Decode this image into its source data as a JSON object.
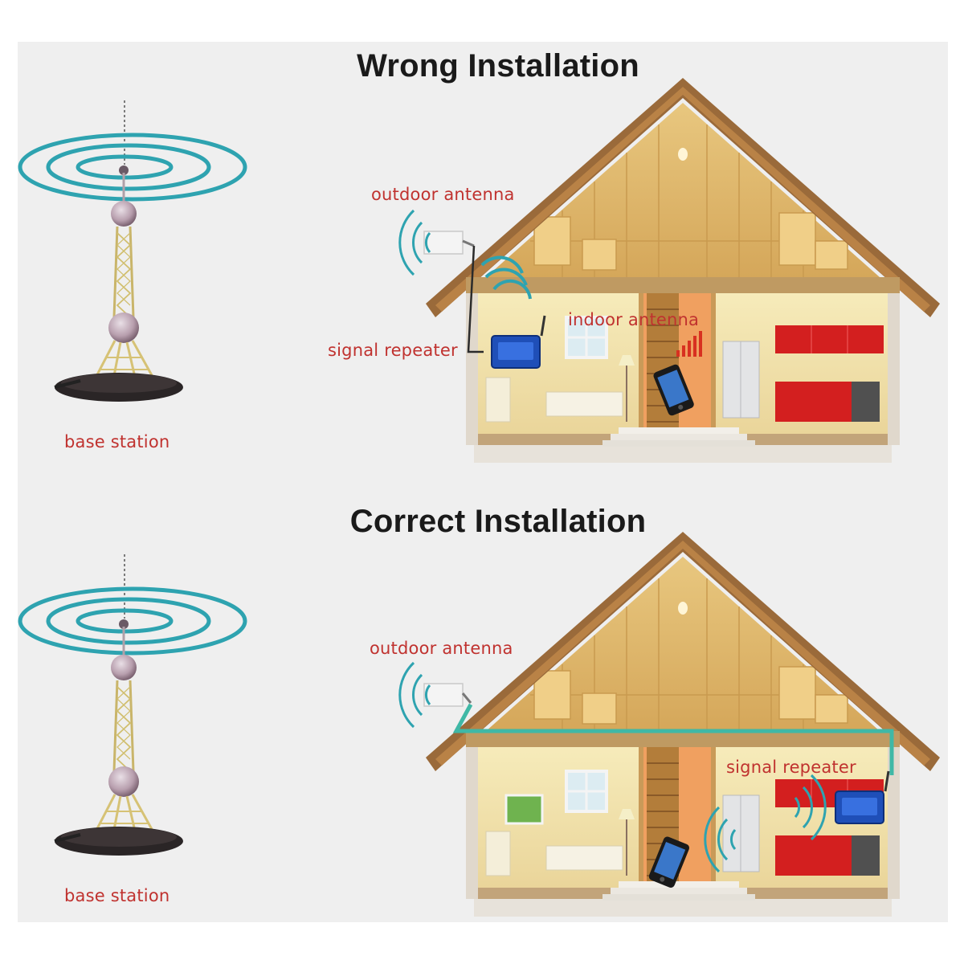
{
  "sections": [
    {
      "title": "Wrong Installation",
      "labels": {
        "outdoor_antenna": "outdoor antenna",
        "indoor_antenna": "indoor antenna",
        "signal_repeater": "signal repeater",
        "base_station": "base station"
      }
    },
    {
      "title": "Correct Installation",
      "labels": {
        "outdoor_antenna": "outdoor antenna",
        "signal_repeater": "signal repeater",
        "base_station": "base station"
      }
    }
  ],
  "colors": {
    "label_red": "#c0322f",
    "signal_teal": "#2ea3b0",
    "cable_teal": "#3fb8a6",
    "roof_brown": "#9a6a3a",
    "attic_gold": "#d9ad5e",
    "wall_cream": "#f2e3a8",
    "repeater_blue": "#1f4fb8",
    "kitchen_red": "#d31f1f"
  },
  "icons": [
    "base-station-tower-icon",
    "signal-waves-icon",
    "outdoor-antenna-icon",
    "signal-repeater-icon",
    "mobile-phone-icon"
  ]
}
